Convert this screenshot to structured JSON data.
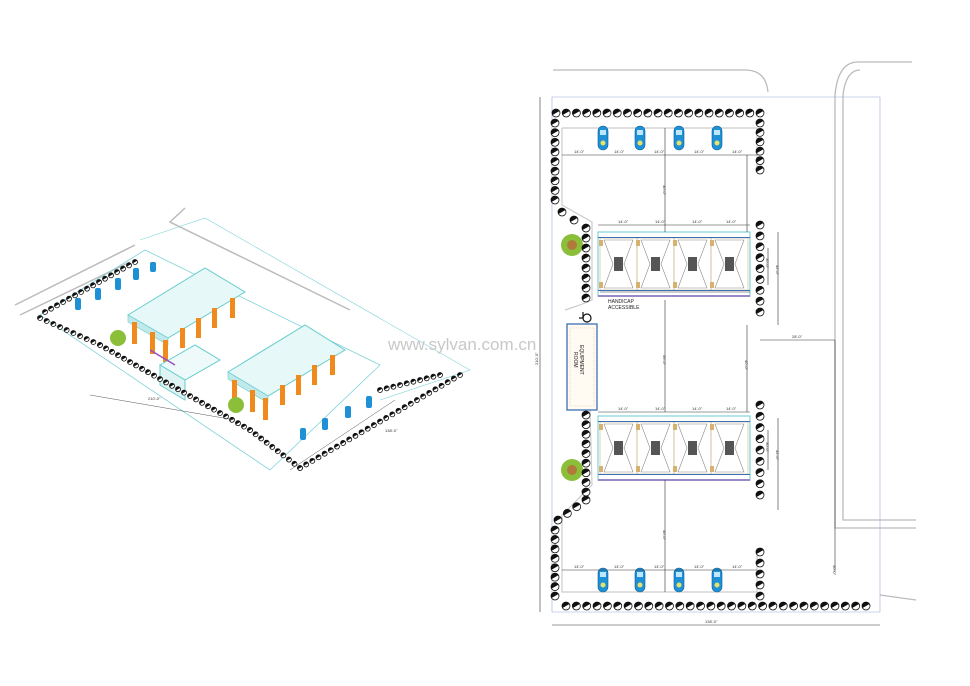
{
  "watermark": "www.sylvan.com.cn",
  "plan": {
    "handicap_label_1": "HANDICAP",
    "handicap_label_2": "ACCESSIBLE",
    "equipment_room_1": "EQUIPMENT",
    "equipment_room_2": "ROOM",
    "overall_width": "138'-0\"",
    "overall_length": "210'-0\"",
    "bay_dim": "14'-0\"",
    "aisle_dim": "40'-0\"",
    "center_dim": "56'-0\"",
    "canopy_dim_a": "42'-0\"",
    "canopy_dim_b": "30'-0\"",
    "entry_dim": "28'-0\"",
    "exit_dim": "30'-0\""
  },
  "iso": {
    "length_dim": "210'-0\"",
    "width_dim": "138'-0\""
  },
  "colors": {
    "canopy_column": "#f08a1c",
    "vacuum": "#1e90d6",
    "cyan_line": "#7fd3d8",
    "tree": "#8bbf3a",
    "room": "#3b6fb5"
  }
}
